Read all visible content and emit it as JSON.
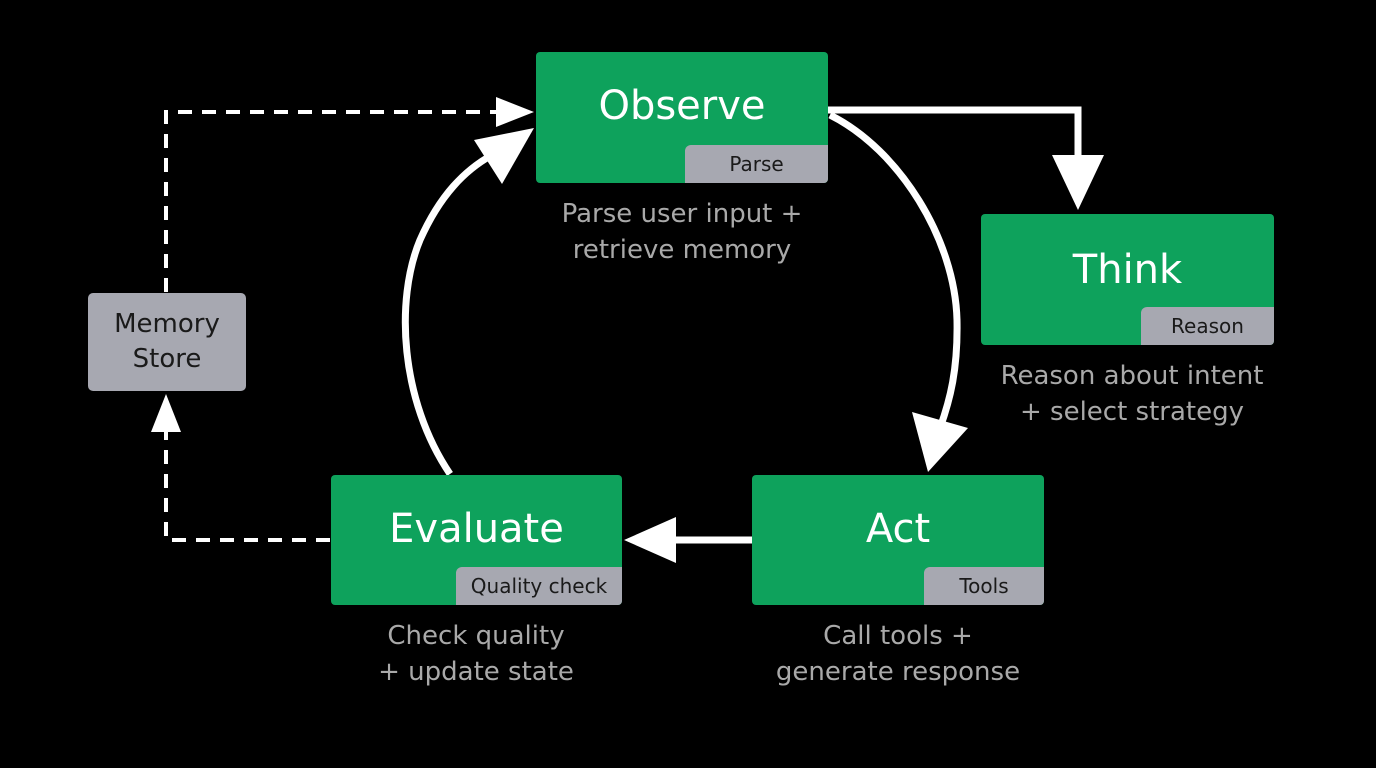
{
  "stages": {
    "observe": {
      "title": "Observe",
      "tag": "Parse",
      "desc_line1": "Parse user input +",
      "desc_line2": "retrieve memory"
    },
    "think": {
      "title": "Think",
      "tag": "Reason",
      "desc_line1": "Reason about intent",
      "desc_line2": "+ select strategy"
    },
    "act": {
      "title": "Act",
      "tag": "Tools",
      "desc_line1": "Call tools +",
      "desc_line2": "generate response"
    },
    "evaluate": {
      "title": "Evaluate",
      "tag": "Quality check",
      "desc_line1": "Check quality",
      "desc_line2": "+ update state"
    }
  },
  "memory": {
    "line1": "Memory",
    "line2": "Store"
  },
  "colors": {
    "background": "#000000",
    "stage_fill": "#0ea25c",
    "tag_fill": "#a7a8b1",
    "arrow": "#ffffff",
    "description_text": "#a9a9a9"
  },
  "connectors": [
    {
      "from": "observe",
      "to": "think",
      "style": "solid"
    },
    {
      "from": "observe",
      "to": "act",
      "style": "solid-curved"
    },
    {
      "from": "act",
      "to": "evaluate",
      "style": "solid"
    },
    {
      "from": "evaluate",
      "to": "observe",
      "style": "solid-curved"
    },
    {
      "from": "evaluate",
      "to": "memory",
      "style": "dashed"
    },
    {
      "from": "memory",
      "to": "observe",
      "style": "dashed"
    }
  ]
}
